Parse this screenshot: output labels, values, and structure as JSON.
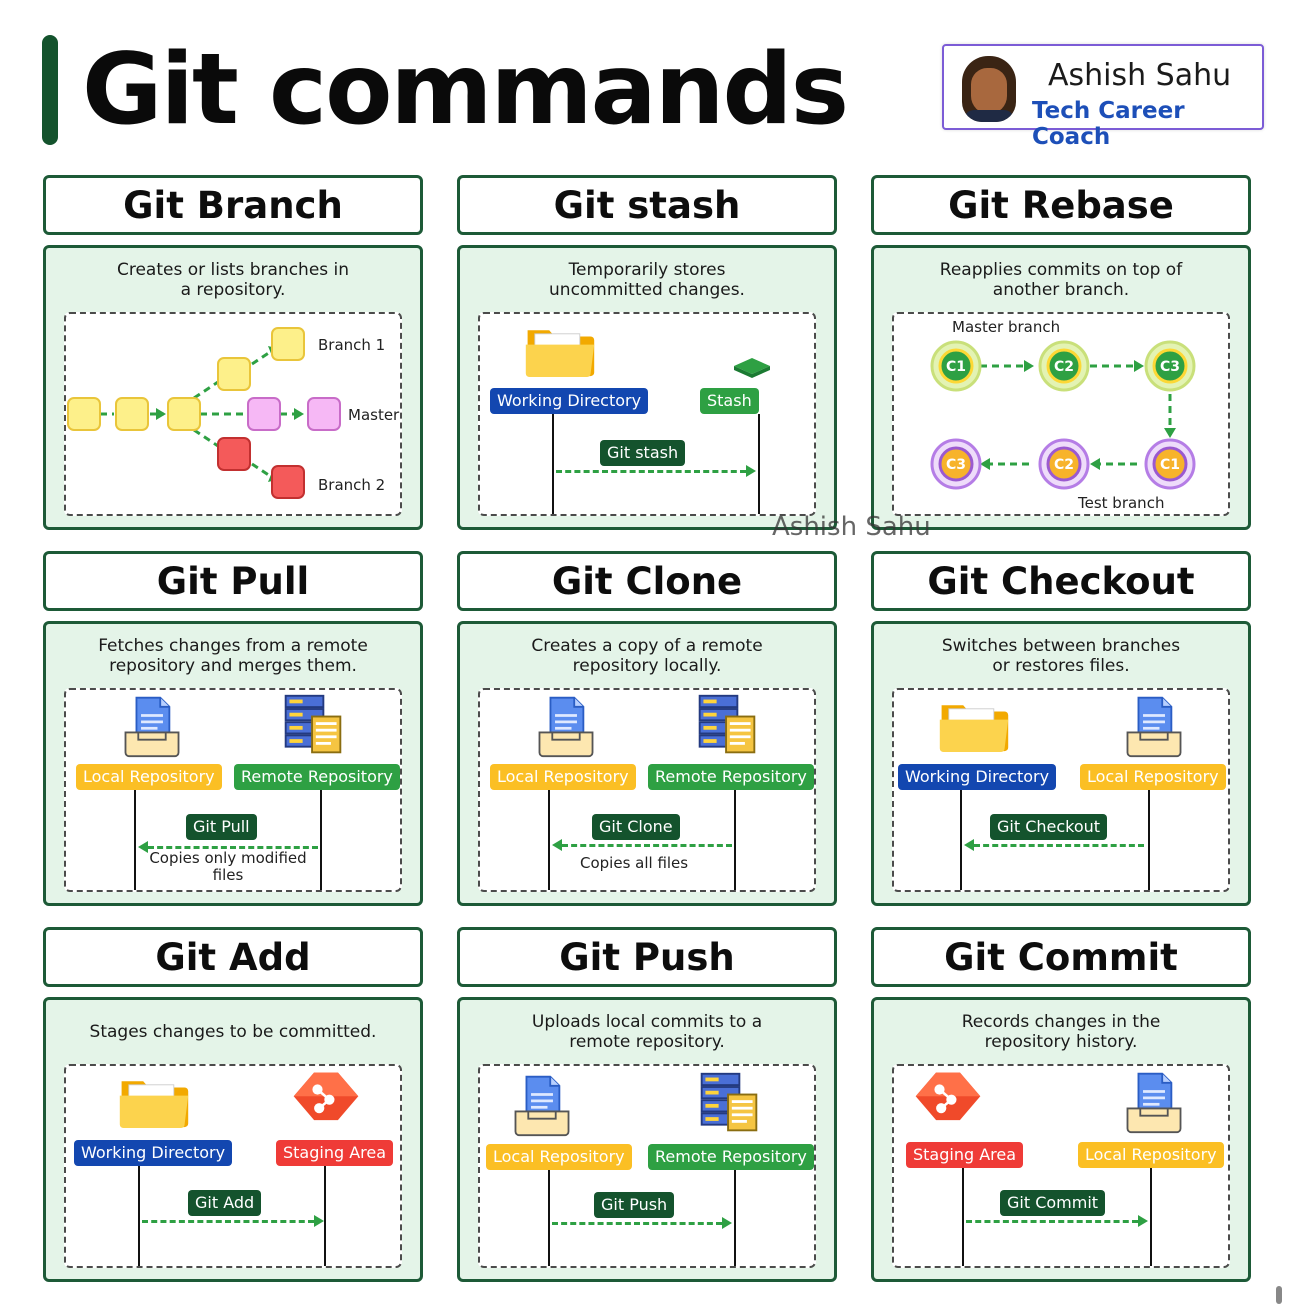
{
  "title": "Git commands",
  "author": {
    "name": "Ashish Sahu",
    "role": "Tech Career Coach"
  },
  "watermark": "Ashish Sahu",
  "colors": {
    "border": "#1d5a37",
    "card_bg": "#e4f4e8",
    "blue": "#1347b0",
    "yellow": "#fbbf24",
    "green": "#2ea043",
    "red": "#ef3b37",
    "dark": "#14532d"
  },
  "branch": {
    "title": "Git Branch",
    "desc": [
      "Creates or lists branches in",
      "a repository."
    ],
    "labels": {
      "b1": "Branch 1",
      "master": "Master",
      "b2": "Branch 2"
    }
  },
  "stash": {
    "title": "Git stash",
    "desc": [
      "Temporarily stores",
      "uncommitted changes."
    ],
    "left": "Working Directory",
    "right": "Stash",
    "cmd": "Git stash"
  },
  "rebase": {
    "title": "Git Rebase",
    "desc": [
      "Reapplies commits on top of",
      "another branch."
    ],
    "master_label": "Master branch",
    "test_label": "Test branch",
    "top": [
      "C1",
      "C2",
      "C3"
    ],
    "bottom": [
      "C3",
      "C2",
      "C1"
    ]
  },
  "pull": {
    "title": "Git Pull",
    "desc": [
      "Fetches changes from a remote",
      "repository and merges them."
    ],
    "left": "Local Repository",
    "right": "Remote Repository",
    "cmd": "Git Pull",
    "note": [
      "Copies only modified",
      "files"
    ]
  },
  "clone": {
    "title": "Git Clone",
    "desc": [
      "Creates a copy of a remote",
      "repository locally."
    ],
    "left": "Local Repository",
    "right": "Remote Repository",
    "cmd": "Git Clone",
    "note": "Copies all files"
  },
  "checkout": {
    "title": "Git Checkout",
    "desc": [
      "Switches between branches",
      "or restores files."
    ],
    "left": "Working Directory",
    "right": "Local Repository",
    "cmd": "Git Checkout"
  },
  "add": {
    "title": "Git Add",
    "desc": [
      "Stages changes to be committed."
    ],
    "left": "Working Directory",
    "right": "Staging Area",
    "cmd": "Git Add"
  },
  "push": {
    "title": "Git Push",
    "desc": [
      "Uploads local commits to a",
      "remote repository."
    ],
    "left": "Local Repository",
    "right": "Remote Repository",
    "cmd": "Git Push"
  },
  "commit": {
    "title": "Git Commit",
    "desc": [
      "Records changes in the",
      "repository history."
    ],
    "left": "Staging Area",
    "right": "Local Repository",
    "cmd": "Git Commit"
  }
}
